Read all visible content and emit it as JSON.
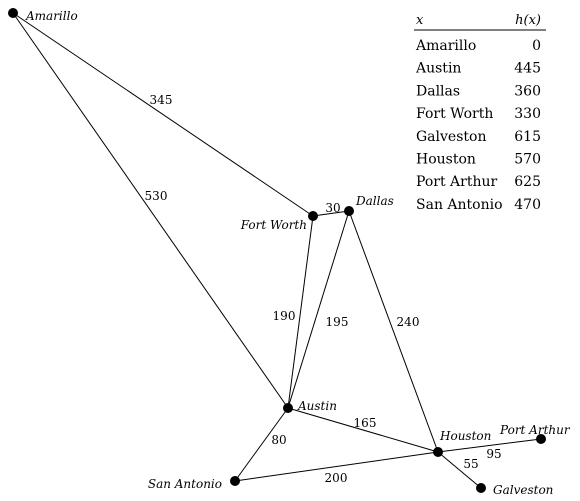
{
  "nodes": [
    {
      "id": "amarillo",
      "label": "Amarillo"
    },
    {
      "id": "fort-worth",
      "label": "Fort Worth"
    },
    {
      "id": "dallas",
      "label": "Dallas"
    },
    {
      "id": "austin",
      "label": "Austin"
    },
    {
      "id": "san-antonio",
      "label": "San Antonio"
    },
    {
      "id": "houston",
      "label": "Houston"
    },
    {
      "id": "port-arthur",
      "label": "Port Arthur"
    },
    {
      "id": "galveston",
      "label": "Galveston"
    }
  ],
  "edges": [
    {
      "from": "amarillo",
      "to": "fort-worth",
      "weight": "345"
    },
    {
      "from": "amarillo",
      "to": "austin",
      "weight": "530"
    },
    {
      "from": "fort-worth",
      "to": "dallas",
      "weight": "30"
    },
    {
      "from": "fort-worth",
      "to": "austin",
      "weight": "190"
    },
    {
      "from": "dallas",
      "to": "austin",
      "weight": "195"
    },
    {
      "from": "dallas",
      "to": "houston",
      "weight": "240"
    },
    {
      "from": "austin",
      "to": "houston",
      "weight": "165"
    },
    {
      "from": "austin",
      "to": "san-antonio",
      "weight": "80"
    },
    {
      "from": "san-antonio",
      "to": "houston",
      "weight": "200"
    },
    {
      "from": "houston",
      "to": "port-arthur",
      "weight": "95"
    },
    {
      "from": "houston",
      "to": "galveston",
      "weight": "55"
    }
  ],
  "table": {
    "col_x": "x",
    "col_h": "h(x)",
    "rows": [
      {
        "city": "Amarillo",
        "h": "0"
      },
      {
        "city": "Austin",
        "h": "445"
      },
      {
        "city": "Dallas",
        "h": "360"
      },
      {
        "city": "Fort Worth",
        "h": "330"
      },
      {
        "city": "Galveston",
        "h": "615"
      },
      {
        "city": "Houston",
        "h": "570"
      },
      {
        "city": "Port Arthur",
        "h": "625"
      },
      {
        "city": "San Antonio",
        "h": "470"
      }
    ]
  }
}
